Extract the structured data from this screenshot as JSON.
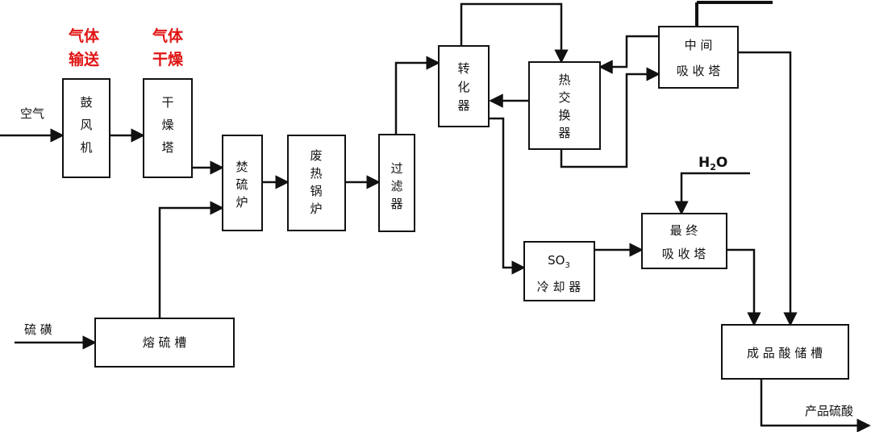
{
  "labels": {
    "gas_transport": [
      "气体",
      "输送"
    ],
    "gas_drying": [
      "气体",
      "干燥"
    ],
    "air": "空气",
    "sulfur": "硫 磺",
    "water_h": "H",
    "water_sub": "2",
    "water_o": "O",
    "product": "产品硫酸"
  },
  "nodes": {
    "blower": [
      "鼓",
      "风",
      "机"
    ],
    "drying_tower": [
      "干",
      "燥",
      "塔"
    ],
    "sulfur_furnace": [
      "焚",
      "硫",
      "炉"
    ],
    "waste_heat_boiler": [
      "废",
      "热",
      "锅",
      "炉"
    ],
    "filter": [
      "过",
      "滤",
      "器"
    ],
    "converter": [
      "转",
      "化",
      "器"
    ],
    "heat_exchanger": [
      "热",
      "交",
      "换",
      "器"
    ],
    "intermediate_absorber": [
      "中  间",
      "吸 收 塔"
    ],
    "final_absorber": [
      "最  终",
      "吸 收 塔"
    ],
    "so3_cooler_main": "SO",
    "so3_cooler_sub": "3",
    "so3_cooler_label": "冷 却 器",
    "sulfur_melting_tank": "熔 硫 槽",
    "product_acid_tank": "成 品 酸 储 槽"
  }
}
